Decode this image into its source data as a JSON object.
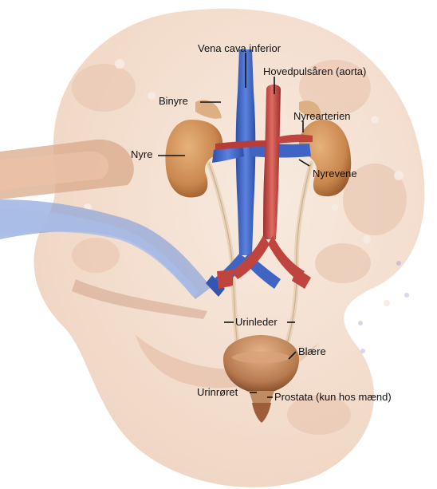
{
  "labels": {
    "vena_cava": "Vena cava inferior",
    "aorta": "Hovedpulsåren (aorta)",
    "binyre": "Binyre",
    "nyrearterien": "Nyrearterien",
    "nyre": "Nyre",
    "nyrevene": "Nyrevene",
    "urinleder": "Urinleder",
    "blaere": "Blære",
    "urinroret": "Urinrøret",
    "prostata": "Prostata (kun hos mænd)"
  },
  "colors": {
    "background_kidney": "#f2dccb",
    "kidney": "#c9874e",
    "vein": "#3f64c4",
    "artery": "#c0443e",
    "ureter": "#e8d2b8",
    "bladder": "#b87a4f",
    "leader_line": "#111111"
  }
}
